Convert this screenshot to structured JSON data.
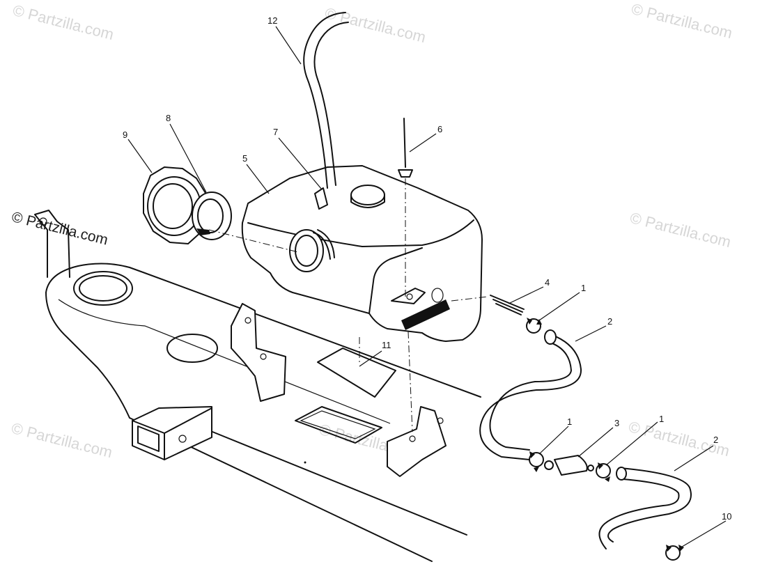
{
  "watermark": {
    "brand": "© Partzilla.com"
  },
  "callouts": {
    "c1a": "1",
    "c1b": "1",
    "c1c": "1",
    "c2a": "2",
    "c2b": "2",
    "c3": "3",
    "c4": "4",
    "c5": "5",
    "c6": "6",
    "c7": "7",
    "c8": "8",
    "c9": "9",
    "c10": "10",
    "c11": "11",
    "c12": "12"
  },
  "colors": {
    "line": "#111111",
    "watermark": "#d6d6d6",
    "background": "#ffffff"
  }
}
